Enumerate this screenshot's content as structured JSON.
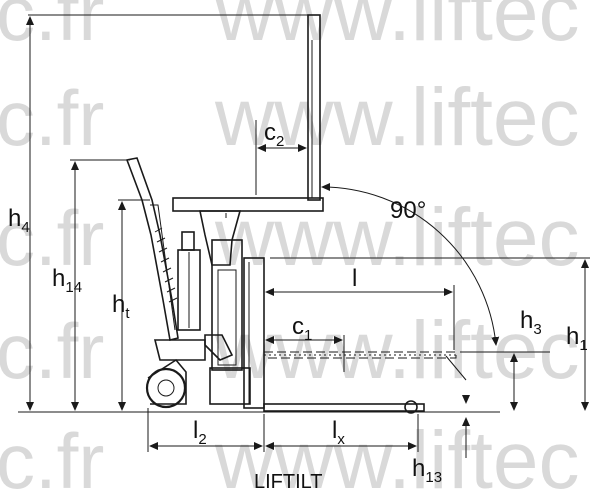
{
  "watermark": {
    "rows": [
      {
        "left": "c.fr",
        "right": "www.liftec"
      },
      {
        "left": "c.fr",
        "right": "www.liftec"
      },
      {
        "left": "c.fr",
        "right": "www.liftec"
      },
      {
        "left": "c.fr",
        "right": "www.liftec"
      },
      {
        "left": "c.fr",
        "right": "www.liftec"
      }
    ]
  },
  "caption": "LIFTILT",
  "angle_label": "90°",
  "dimensions": {
    "h4": {
      "main": "h",
      "sub": "4"
    },
    "h14": {
      "main": "h",
      "sub": "14"
    },
    "ht": {
      "main": "h",
      "sub": "t"
    },
    "h3": {
      "main": "h",
      "sub": "3"
    },
    "h1": {
      "main": "h",
      "sub": "1"
    },
    "h13": {
      "main": "h",
      "sub": "13"
    },
    "c2": {
      "main": "c",
      "sub": "2"
    },
    "c1": {
      "main": "c",
      "sub": "1"
    },
    "l": {
      "main": "l"
    },
    "l2": {
      "main": "l",
      "sub": "2"
    },
    "lx": {
      "main": "l",
      "sub": "x"
    }
  },
  "colors": {
    "line": "#1a1a1a",
    "watermark": "#d9d9d9"
  }
}
